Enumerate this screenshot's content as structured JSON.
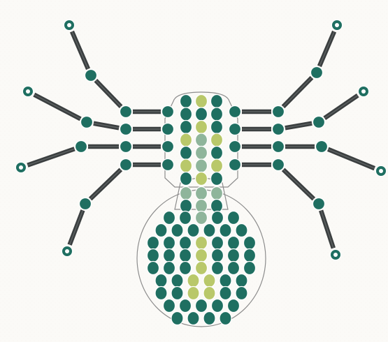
{
  "diagram": {
    "subject": "beaded-spider-pattern",
    "colors": {
      "background": "#fbfaf7",
      "bead_dark_green": "#1f6f61",
      "bead_light_green": "#b9c86a",
      "bead_sage": "#8fb59b",
      "bugle_bead": "#3b3f40",
      "thread_outline": "#8c8c8c",
      "end_loop_bead": "#1f6f61"
    },
    "legs": {
      "left_count": 4,
      "right_count": 4
    },
    "body_parts": [
      "head",
      "thorax",
      "abdomen"
    ]
  }
}
